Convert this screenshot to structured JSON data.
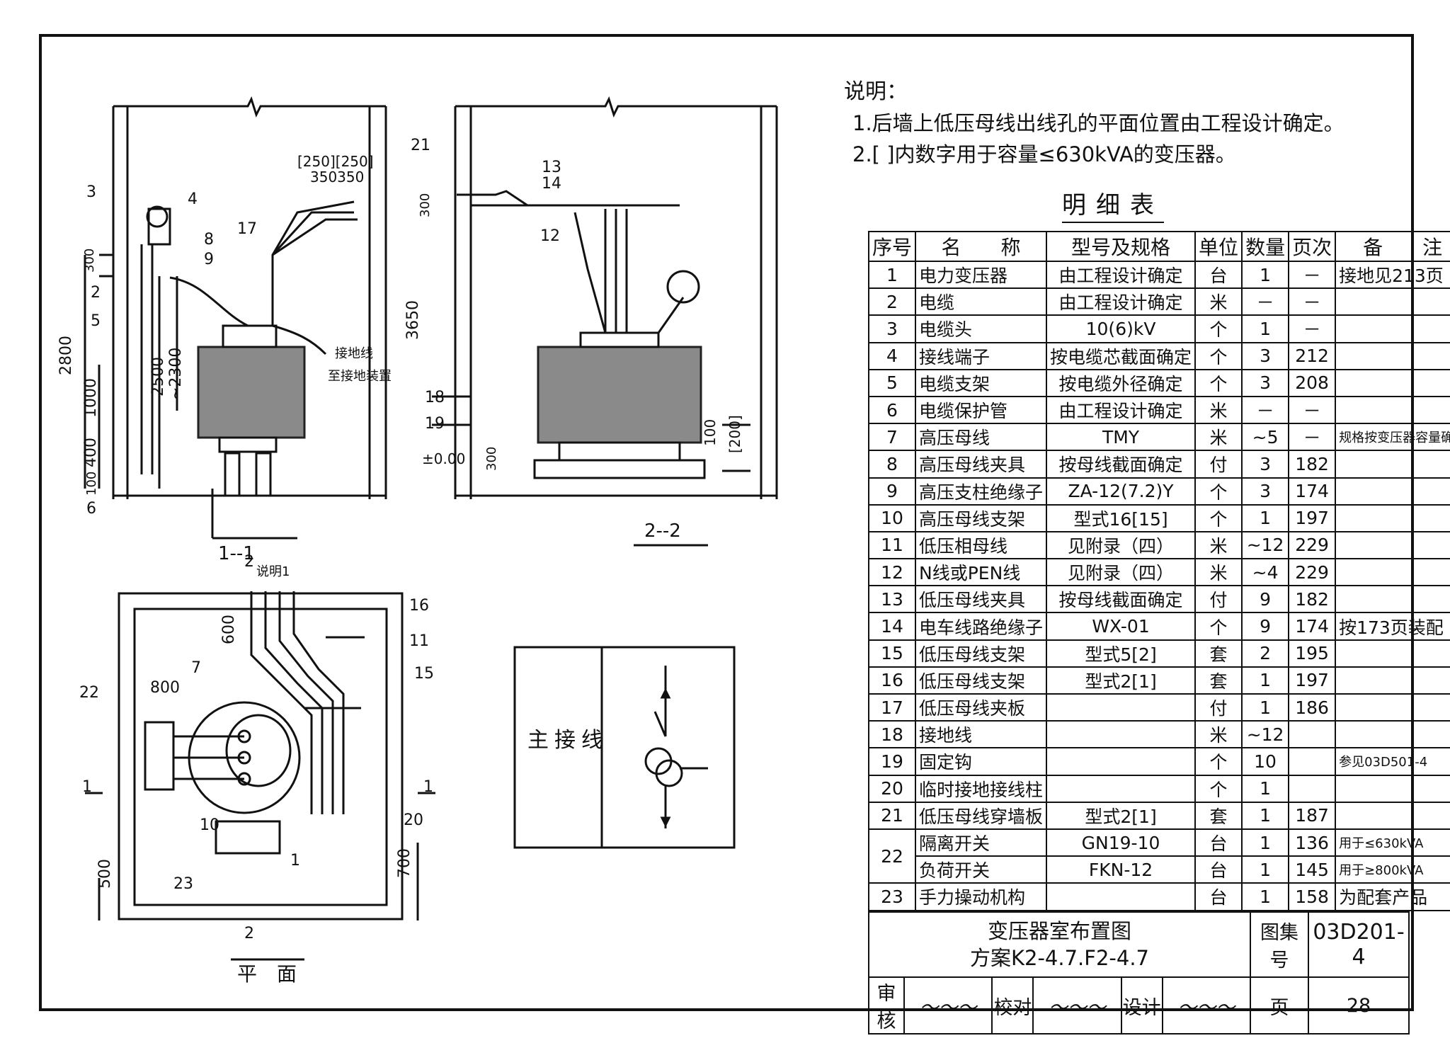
{
  "notes": {
    "title": "说明：",
    "items": [
      "1.后墙上低压母线出线孔的平面位置由工程设计确定。",
      "2.[ ]内数字用于容量≤630kVA的变压器。"
    ]
  },
  "table": {
    "title": "明细表",
    "headers": [
      "序号",
      "名　　称",
      "型号及规格",
      "单位",
      "数量",
      "页次",
      "备　　注"
    ],
    "rows": [
      {
        "no": "1",
        "name": "电力变压器",
        "spec": "由工程设计确定",
        "unit": "台",
        "qty": "1",
        "page": "－",
        "note": "接地见213页"
      },
      {
        "no": "2",
        "name": "电缆",
        "spec": "由工程设计确定",
        "unit": "米",
        "qty": "－",
        "page": "－",
        "note": ""
      },
      {
        "no": "3",
        "name": "电缆头",
        "spec": "10(6)kV",
        "unit": "个",
        "qty": "1",
        "page": "－",
        "note": ""
      },
      {
        "no": "4",
        "name": "接线端子",
        "spec": "按电缆芯截面确定",
        "unit": "个",
        "qty": "3",
        "page": "212",
        "note": ""
      },
      {
        "no": "5",
        "name": "电缆支架",
        "spec": "按电缆外径确定",
        "unit": "个",
        "qty": "3",
        "page": "208",
        "note": ""
      },
      {
        "no": "6",
        "name": "电缆保护管",
        "spec": "由工程设计确定",
        "unit": "米",
        "qty": "－",
        "page": "－",
        "note": ""
      },
      {
        "no": "7",
        "name": "高压母线",
        "spec": "TMY",
        "unit": "米",
        "qty": "~5",
        "page": "－",
        "note": "规格按变压器容量确定"
      },
      {
        "no": "8",
        "name": "高压母线夹具",
        "spec": "按母线截面确定",
        "unit": "付",
        "qty": "3",
        "page": "182",
        "note": ""
      },
      {
        "no": "9",
        "name": "高压支柱绝缘子",
        "spec": "ZA-12(7.2)Y",
        "unit": "个",
        "qty": "3",
        "page": "174",
        "note": ""
      },
      {
        "no": "10",
        "name": "高压母线支架",
        "spec": "型式16[15]",
        "unit": "个",
        "qty": "1",
        "page": "197",
        "note": ""
      },
      {
        "no": "11",
        "name": "低压相母线",
        "spec": "见附录（四）",
        "unit": "米",
        "qty": "~12",
        "page": "229",
        "note": ""
      },
      {
        "no": "12",
        "name": "N线或PEN线",
        "spec": "见附录（四）",
        "unit": "米",
        "qty": "~4",
        "page": "229",
        "note": ""
      },
      {
        "no": "13",
        "name": "低压母线夹具",
        "spec": "按母线截面确定",
        "unit": "付",
        "qty": "9",
        "page": "182",
        "note": ""
      },
      {
        "no": "14",
        "name": "电车线路绝缘子",
        "spec": "WX-01",
        "unit": "个",
        "qty": "9",
        "page": "174",
        "note": "按173页装配"
      },
      {
        "no": "15",
        "name": "低压母线支架",
        "spec": "型式5[2]",
        "unit": "套",
        "qty": "2",
        "page": "195",
        "note": ""
      },
      {
        "no": "16",
        "name": "低压母线支架",
        "spec": "型式2[1]",
        "unit": "套",
        "qty": "1",
        "page": "197",
        "note": ""
      },
      {
        "no": "17",
        "name": "低压母线夹板",
        "spec": "",
        "unit": "付",
        "qty": "1",
        "page": "186",
        "note": ""
      },
      {
        "no": "18",
        "name": "接地线",
        "spec": "",
        "unit": "米",
        "qty": "~12",
        "page": "",
        "note": ""
      },
      {
        "no": "19",
        "name": "固定钩",
        "spec": "",
        "unit": "个",
        "qty": "10",
        "page": "",
        "note": "参见03D501-4"
      },
      {
        "no": "20",
        "name": "临时接地接线柱",
        "spec": "",
        "unit": "个",
        "qty": "1",
        "page": "",
        "note": ""
      },
      {
        "no": "21",
        "name": "低压母线穿墙板",
        "spec": "型式2[1]",
        "unit": "套",
        "qty": "1",
        "page": "187",
        "note": ""
      },
      {
        "no": "22",
        "name": "隔离开关",
        "spec": "GN19-10",
        "unit": "台",
        "qty": "1",
        "page": "136",
        "note": "用于≤630kVA"
      },
      {
        "no": "22",
        "name": "负荷开关",
        "spec": "FKN-12",
        "unit": "台",
        "qty": "1",
        "page": "145",
        "note": "用于≥800kVA"
      },
      {
        "no": "23",
        "name": "手力操动机构",
        "spec": "",
        "unit": "台",
        "qty": "1",
        "page": "158",
        "note": "为配套产品"
      }
    ]
  },
  "title_block": {
    "drawing_title": "变压器室布置图",
    "scheme": "方案K2-4.7.F2-4.7",
    "atlas_label": "图集号",
    "atlas_no": "03D201-4",
    "review_label": "审核",
    "check_label": "校对",
    "design_label": "设计",
    "page_label": "页",
    "page_no": "28"
  },
  "drawing": {
    "section1_label": "1--1",
    "section2_label": "2--2",
    "plan_label": "平　面",
    "main_wiring_label": "主接线",
    "ground_label_1": "接地线",
    "ground_label_2": "至接地装置",
    "note_ref": "说明1",
    "dims": {
      "d2800": "2800",
      "d2500": "2500",
      "d2300": "~2300",
      "d1000": "1000",
      "d400": "400",
      "d100": "100",
      "d300a": "300",
      "d250": "[250][250]",
      "d350": "350350",
      "d3650": "3650",
      "d300b": "300",
      "d300c": "300",
      "d100b": "100",
      "d200": "[200]",
      "elev": "±0.00",
      "d600": "600",
      "d800": "800",
      "d500": "500",
      "d700": "700"
    },
    "callouts": [
      "1",
      "2",
      "3",
      "4",
      "5",
      "6",
      "7",
      "8",
      "9",
      "10",
      "11",
      "12",
      "13",
      "14",
      "15",
      "16",
      "17",
      "18",
      "19",
      "20",
      "21",
      "22",
      "23"
    ],
    "section_marks": {
      "m1": "1",
      "m2": "2"
    }
  }
}
